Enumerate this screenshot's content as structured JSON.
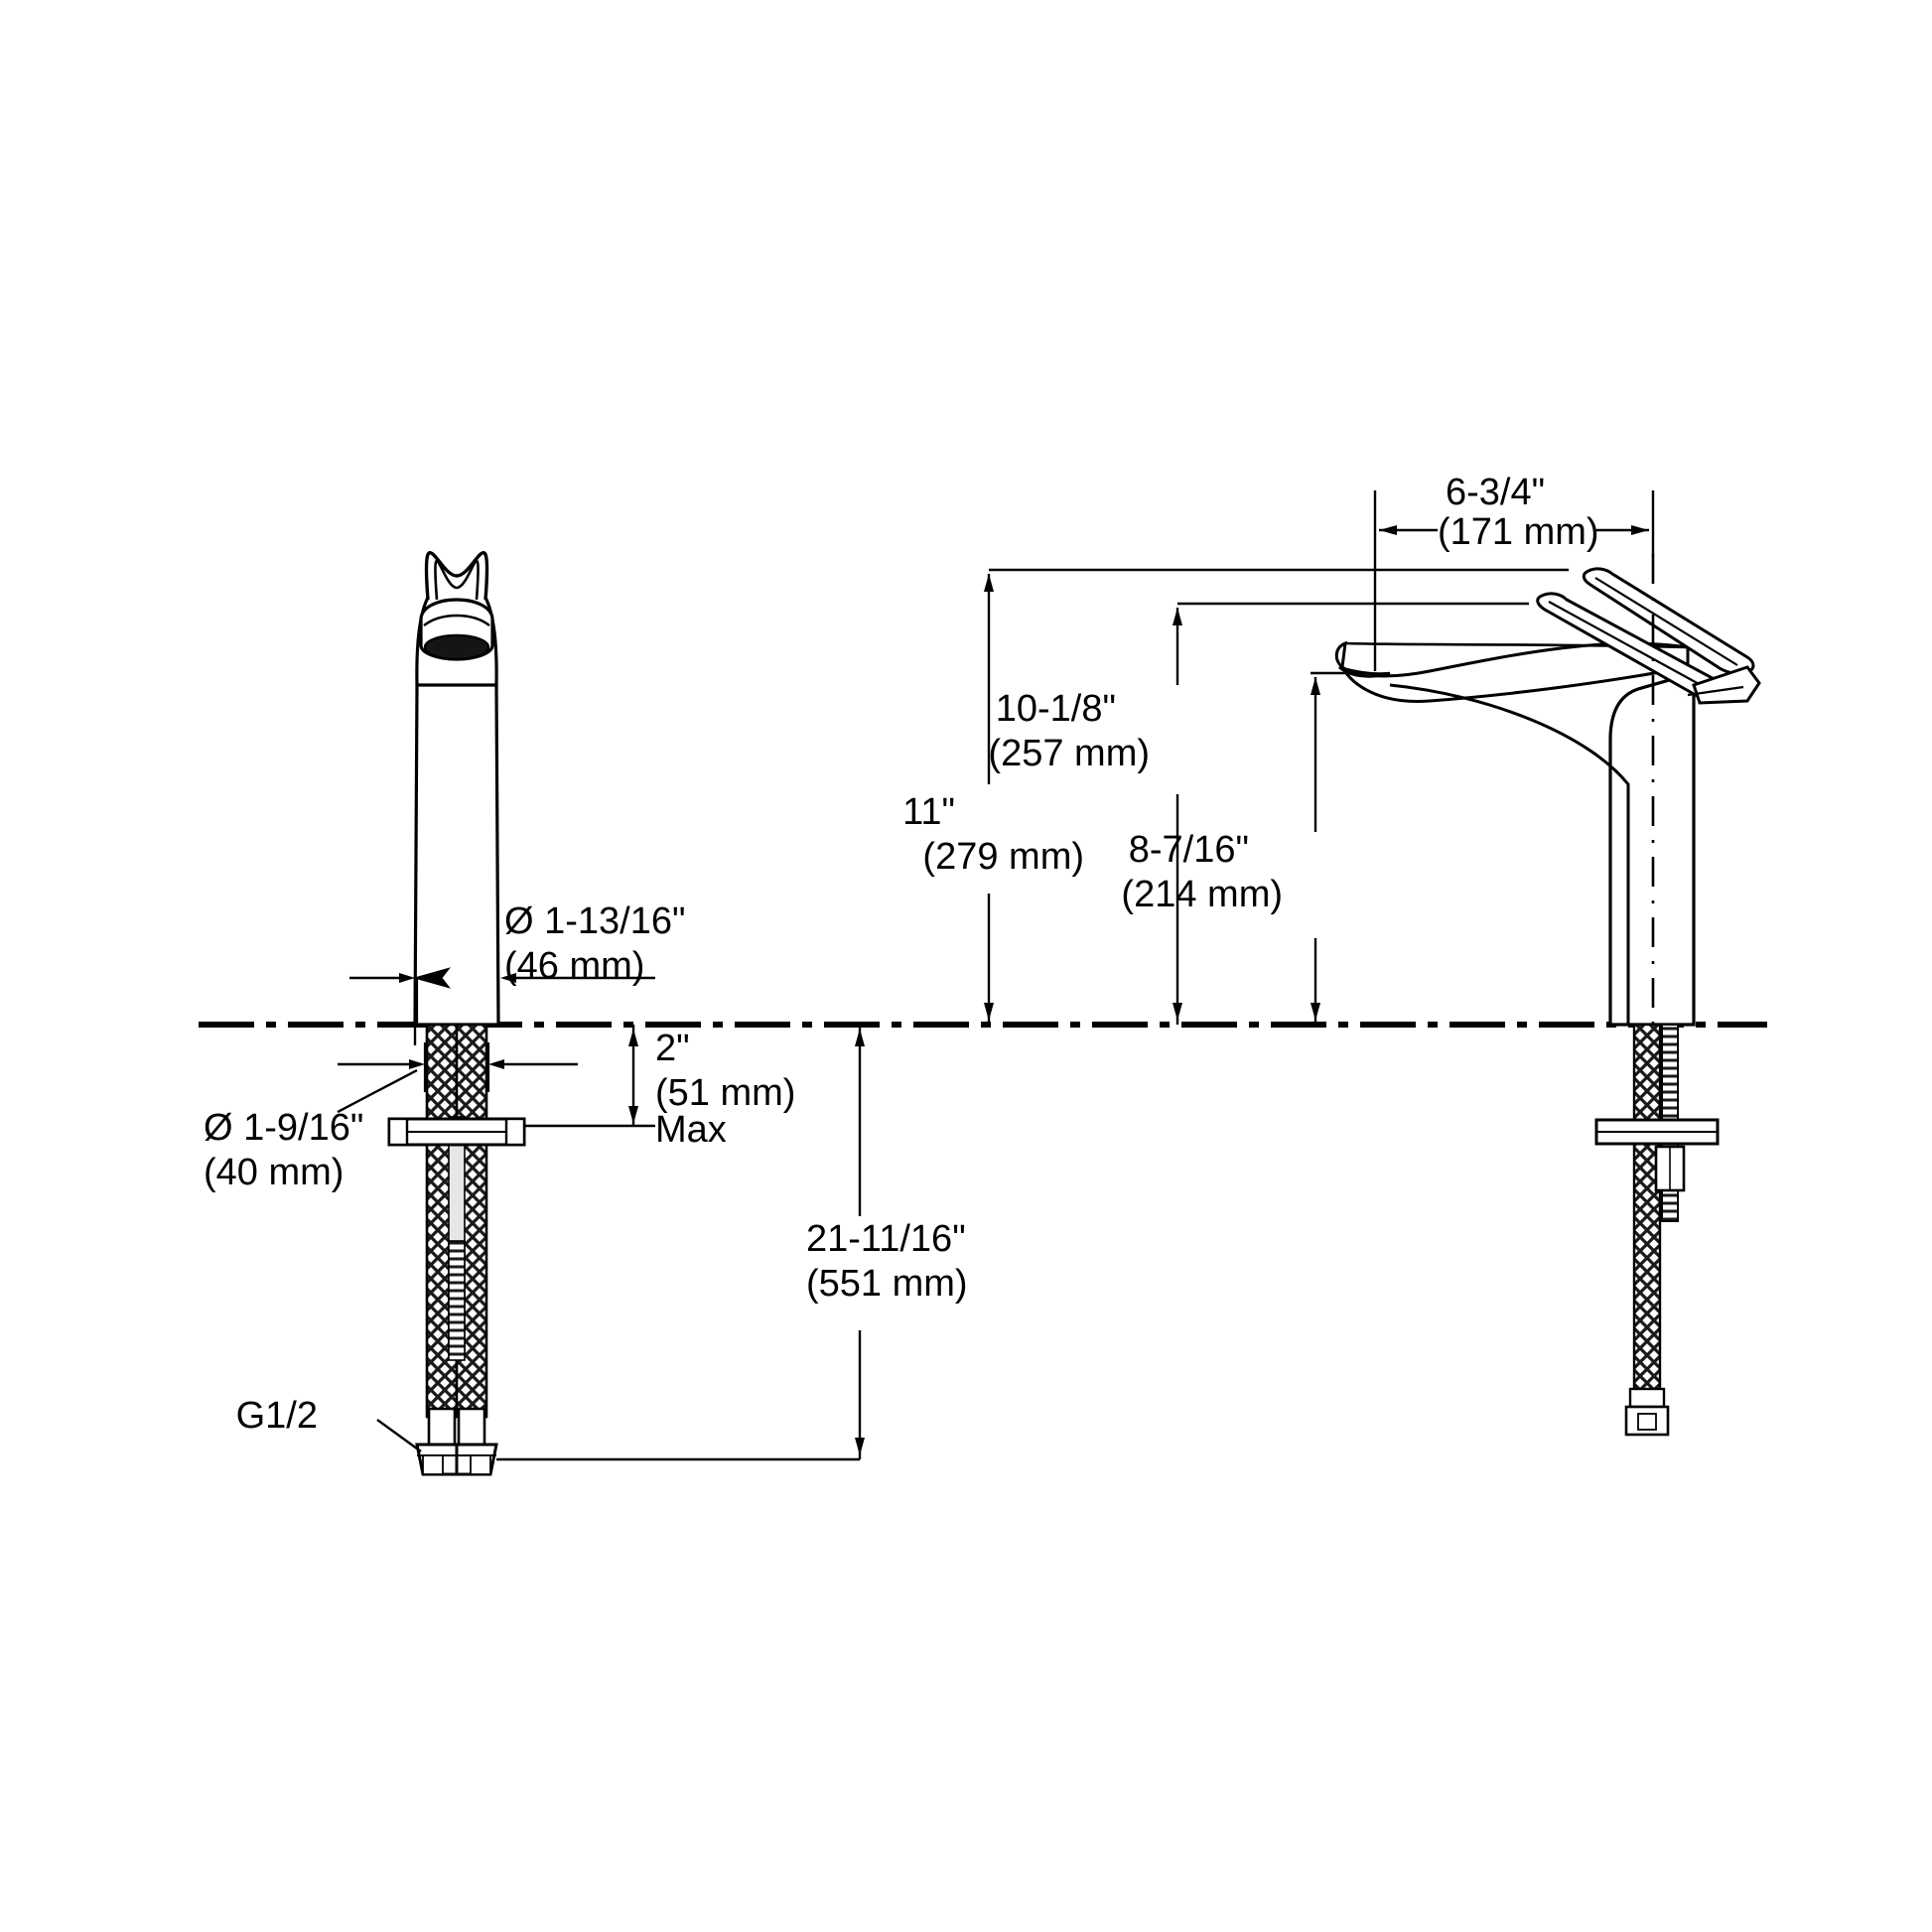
{
  "drawing": {
    "title": "Single-handle vessel bathroom sink faucet specification drawing",
    "line_color": "#000000",
    "background_color": "#ffffff",
    "views": [
      {
        "name": "front-view",
        "label": ""
      },
      {
        "name": "side-view",
        "label": ""
      }
    ],
    "dimensions": {
      "spout_body_diameter": {
        "name": "spout-body-diameter",
        "imperial": "Ø 1-13/16\"",
        "metric": "(46 mm)"
      },
      "shank_diameter": {
        "name": "shank-diameter",
        "imperial": "Ø 1-9/16\"",
        "metric": "(40 mm)"
      },
      "max_deck_thickness": {
        "name": "max-deck-thickness",
        "imperial": "2\"",
        "metric": "(51 mm)",
        "qualifier": "Max"
      },
      "supply_length": {
        "name": "supply-line-length",
        "imperial": "21-11/16\"",
        "metric": "(551 mm)"
      },
      "overall_height": {
        "name": "overall-height",
        "imperial": "11\"",
        "metric": "(279 mm)"
      },
      "handle_height": {
        "name": "handle-height",
        "imperial": "10-1/8\"",
        "metric": "(257 mm)"
      },
      "spout_height": {
        "name": "spout-height",
        "imperial": "8-7/16\"",
        "metric": "(214 mm)"
      },
      "spout_reach": {
        "name": "spout-reach",
        "imperial": "6-3/4\"",
        "metric": "(171 mm)"
      }
    },
    "callouts": {
      "inlet_thread": {
        "name": "inlet-connection-thread",
        "label": "G1/2"
      }
    }
  }
}
